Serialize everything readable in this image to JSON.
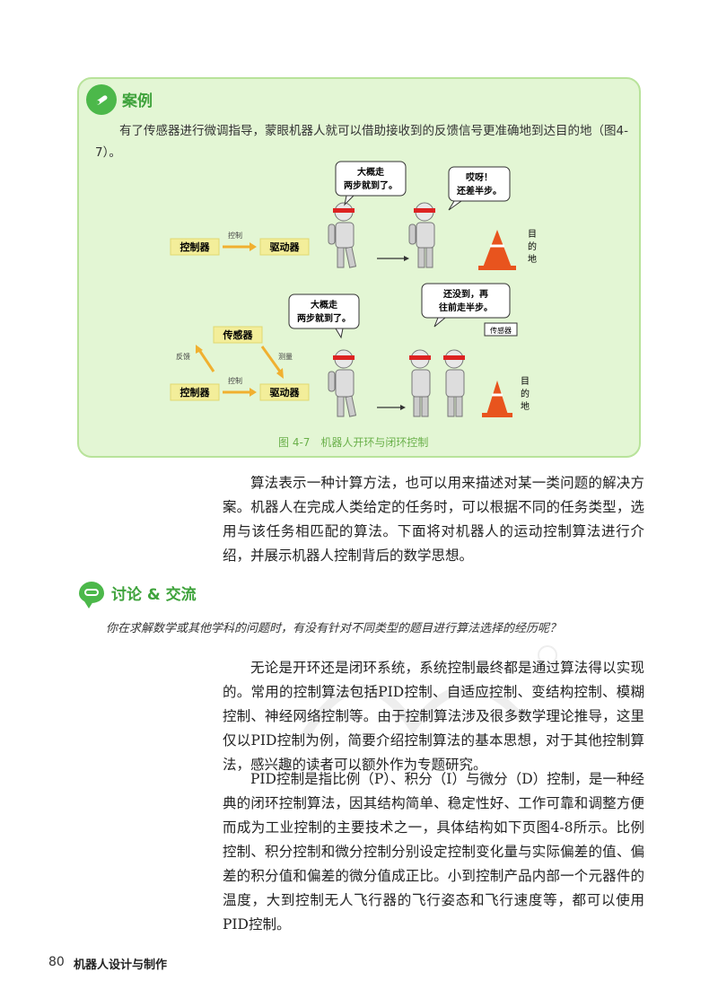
{
  "case": {
    "title": "案例",
    "text": "有了传感器进行微调指导，蒙眼机器人就可以借助接收到的反馈信号更准确地到达目的地（图4-7）。",
    "figure": {
      "top": {
        "controller": "控制器",
        "driver": "驱动器",
        "arrow_label": "控制",
        "bubble1": [
          "大概走",
          "两步就到了。"
        ],
        "bubble2": [
          "哎呀！",
          "还差半步。"
        ],
        "target": [
          "目",
          "的",
          "地"
        ]
      },
      "bottom": {
        "sensor": "传感器",
        "controller": "控制器",
        "driver": "驱动器",
        "arrow_control": "控制",
        "arrow_feedback": "反馈",
        "arrow_measure": "测量",
        "bubble1": [
          "大概走",
          "两步就到了。"
        ],
        "bubble2": [
          "还没到，再",
          "往前走半步。"
        ],
        "sensor_tag": "传感器",
        "target": [
          "目",
          "的",
          "地"
        ]
      },
      "caption": "图 4-7　机器人开环与闭环控制"
    }
  },
  "body": {
    "p1": "算法表示一种计算方法，也可以用来描述对某一类问题的解决方案。机器人在完成人类给定的任务时，可以根据不同的任务类型，选用与该任务相匹配的算法。下面将对机器人的运动控制算法进行介绍，并展示机器人控制背后的数学思想。",
    "p2": "无论是开环还是闭环系统，系统控制最终都是通过算法得以实现的。常用的控制算法包括PID控制、自适应控制、变结构控制、模糊控制、神经网络控制等。由于控制算法涉及很多数学理论推导，这里仅以PID控制为例，简要介绍控制算法的基本思想，对于其他控制算法，感兴趣的读者可以额外作为专题研究。",
    "p3": "PID控制是指比例（P）、积分（I）与微分（D）控制，是一种经典的闭环控制算法，因其结构简单、稳定性好、工作可靠和调整方便而成为工业控制的主要技术之一，具体结构如下页图4-8所示。比例控制、积分控制和微分控制分别设定控制变化量与实际偏差的值、偏差的积分值和偏差的微分值成正比。小到控制产品内部一个元器件的温度，大到控制无人飞行器的飞行姿态和飞行速度等，都可以使用PID控制。"
  },
  "discussion": {
    "title": "讨论 & 交流",
    "question": "你在求解数学或其他学科的问题时，有没有针对不同类型的题目进行算法选择的经历呢？"
  },
  "footer": {
    "page_number": "80",
    "book_title": "机器人设计与制作"
  },
  "colors": {
    "accent_green": "#3fa33c",
    "box_bg": "#e3f6d4",
    "block_yellow": "#f3ee9a",
    "cone_orange": "#e8541e"
  }
}
